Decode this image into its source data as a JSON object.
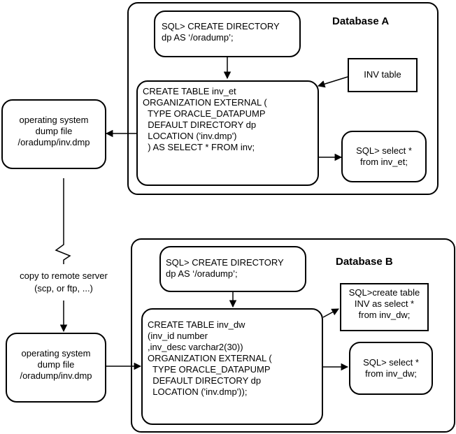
{
  "database_a": {
    "label": "Database A",
    "create_directory": "SQL> CREATE DIRECTORY\ndp AS ‘/oradump’;",
    "inv_table": "INV table",
    "create_table": "CREATE TABLE inv_et\nORGANIZATION EXTERNAL (\n  TYPE ORACLE_DATAPUMP\n  DEFAULT DIRECTORY dp\n  LOCATION ('inv.dmp')\n  ) AS SELECT * FROM inv;",
    "select": "SQL> select *\nfrom inv_et;"
  },
  "database_b": {
    "label": "Database B",
    "create_directory": "SQL> CREATE DIRECTORY\ndp AS ‘/oradump’;",
    "create_table_as_select": "SQL>create table\nINV as select *\nfrom inv_dw;",
    "create_table": "CREATE TABLE inv_dw\n(inv_id number\n,inv_desc varchar2(30))\nORGANIZATION EXTERNAL (\n  TYPE ORACLE_DATAPUMP\n  DEFAULT DIRECTORY dp\n  LOCATION ('inv.dmp'));",
    "select": "SQL> select *\nfrom inv_dw;"
  },
  "os_dump_file_top": "operating system\ndump file\n/oradump/inv.dmp",
  "os_dump_file_bottom": "operating system\ndump file\n/oradump/inv.dmp",
  "copy_label": "copy to remote server\n(scp, or ftp, ...)"
}
